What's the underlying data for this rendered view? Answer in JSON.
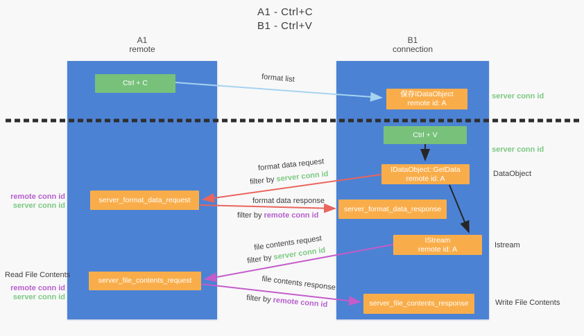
{
  "title": {
    "line1": "A1 - Ctrl+C",
    "line2": "B1 - Ctrl+V"
  },
  "columns": {
    "left": {
      "id": "A1",
      "role": "remote"
    },
    "right": {
      "id": "B1",
      "role": "connection"
    }
  },
  "boxes": {
    "ctrl_c": {
      "label": "Ctrl + C"
    },
    "save_idataobject": {
      "line1": "保存IDataObject",
      "line2": "remote id: A"
    },
    "ctrl_v": {
      "label": "Ctrl + V"
    },
    "getdata": {
      "line1": "IDataObject::GetData",
      "line2": "remote id: A"
    },
    "format_request": {
      "label": "server_format_data_request"
    },
    "format_response": {
      "label": "server_format_data_response"
    },
    "istream": {
      "line1": "IStream",
      "line2": "remote id: A"
    },
    "file_request": {
      "label": "server_file_contents_request"
    },
    "file_response": {
      "label": "server_file_contents_response"
    }
  },
  "arrow_labels": {
    "format_list": "format list",
    "format_data_request": "format data request",
    "filter_by_server_1": {
      "prefix": "filter by ",
      "value": "server conn id"
    },
    "format_data_response": "format data response",
    "filter_by_remote_1": {
      "prefix": "filter by ",
      "value": "remote conn id"
    },
    "file_contents_request": "file contents request",
    "filter_by_server_2": {
      "prefix": "filter by ",
      "value": "server conn id"
    },
    "file_contents_response": "file contents response",
    "filter_by_remote_2": {
      "prefix": "filter by ",
      "value": "remote conn id"
    }
  },
  "side_labels": {
    "server_conn_id_top": "server conn id",
    "server_conn_id_mid": "server conn id",
    "dataobject": "DataObject",
    "istream": "Istream",
    "write_file_contents": "Write File Contents",
    "read_file_contents": "Read File Contents",
    "left_pair_1": {
      "remote": "remote conn id",
      "server": "server conn id"
    },
    "left_pair_2": {
      "remote": "remote conn id",
      "server": "server conn id"
    }
  },
  "colors": {
    "background": "#f8f8f9",
    "lifeline_blue": "#4c82d4",
    "box_green": "#77c17a",
    "box_orange": "#f9ad4a",
    "text_green": "#7cc982",
    "text_purple": "#b65fcb",
    "arrow_lightblue": "#a6d3f0",
    "arrow_red": "#ea655c",
    "arrow_magenta": "#c45cc9",
    "arrow_black": "#262626",
    "dotted_line": "#2e2e2e"
  }
}
